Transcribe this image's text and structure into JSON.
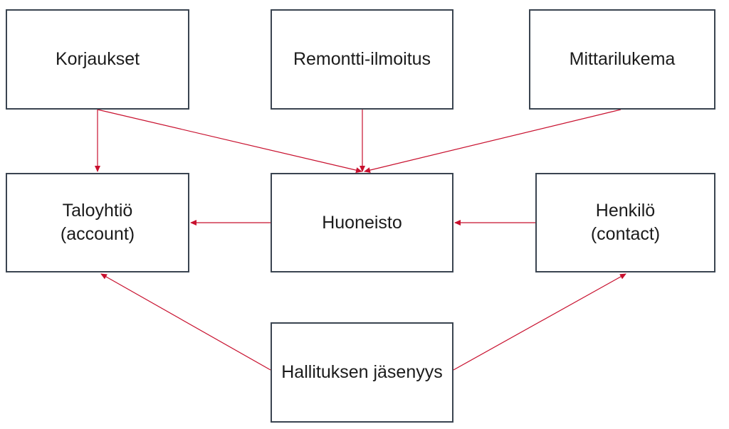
{
  "colors": {
    "edge": "#c8102e",
    "node_border": "#3a4450",
    "text": "#1b1b1b"
  },
  "nodes": {
    "korjaukset": {
      "label": "Korjaukset"
    },
    "remontti": {
      "label": "Remontti-ilmoitus"
    },
    "mittarilukema": {
      "label": "Mittarilukema"
    },
    "taloyhtio": {
      "label": "Taloyhtiö\n(account)"
    },
    "huoneisto": {
      "label": "Huoneisto"
    },
    "henkilo": {
      "label": "Henkilö\n(contact)"
    },
    "hallitus": {
      "label": "Hallituksen jäsenyys"
    }
  },
  "edges": [
    {
      "from": "korjaukset",
      "to": "taloyhtio"
    },
    {
      "from": "korjaukset",
      "to": "huoneisto"
    },
    {
      "from": "remontti",
      "to": "huoneisto"
    },
    {
      "from": "mittarilukema",
      "to": "huoneisto"
    },
    {
      "from": "huoneisto",
      "to": "taloyhtio"
    },
    {
      "from": "henkilo",
      "to": "huoneisto"
    },
    {
      "from": "hallitus",
      "to": "taloyhtio"
    },
    {
      "from": "hallitus",
      "to": "henkilo"
    }
  ]
}
